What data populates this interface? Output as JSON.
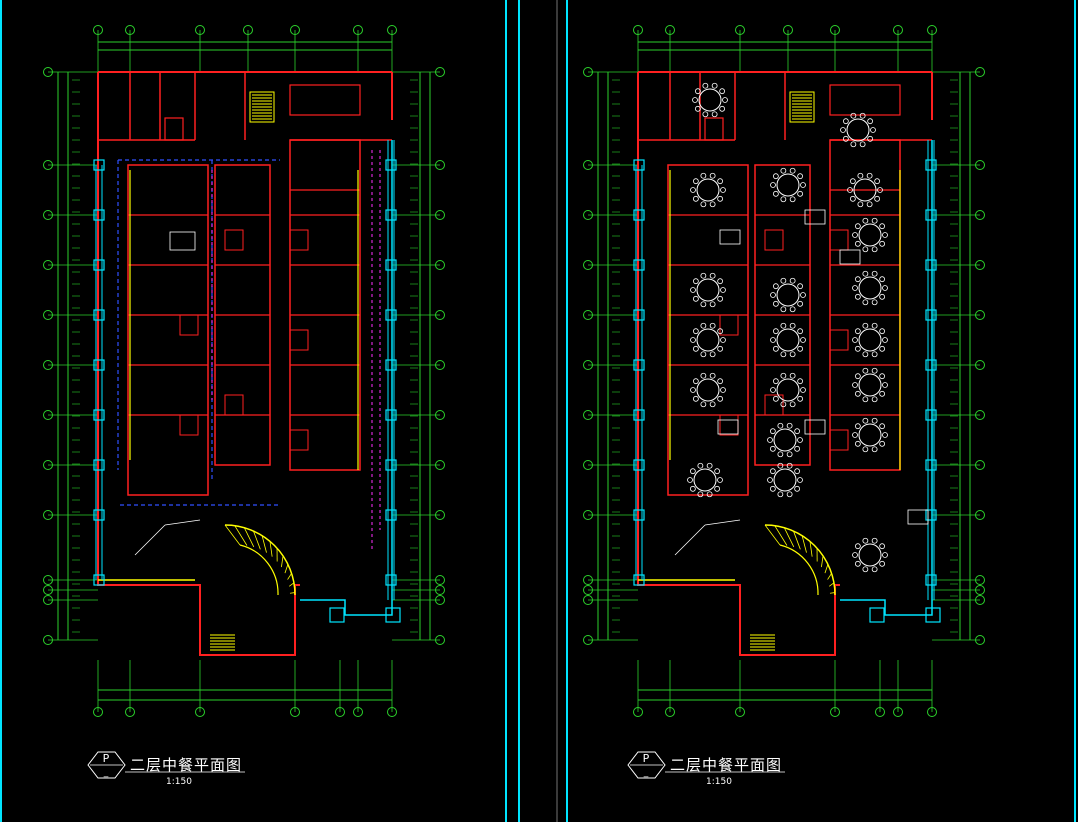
{
  "sheets": [
    {
      "id": "left",
      "title": "二层中餐平面图",
      "scale": "1:150",
      "symbol_letter": "P",
      "symbol_sub": "_",
      "variant": "partition"
    },
    {
      "id": "right",
      "title": "二层中餐平面图",
      "scale": "1:150",
      "symbol_letter": "P",
      "symbol_sub": "_",
      "variant": "furniture"
    }
  ],
  "colors": {
    "background": "#000000",
    "frame": "#00e5ff",
    "wall": "#ff2020",
    "dimension": "#2bd12b",
    "column": "#00e5ff",
    "stair": "#ffff00",
    "ceiling_line": "#3050ff",
    "magenta": "#ff30ff",
    "furniture": "#ffffff",
    "text": "#ffffff"
  }
}
